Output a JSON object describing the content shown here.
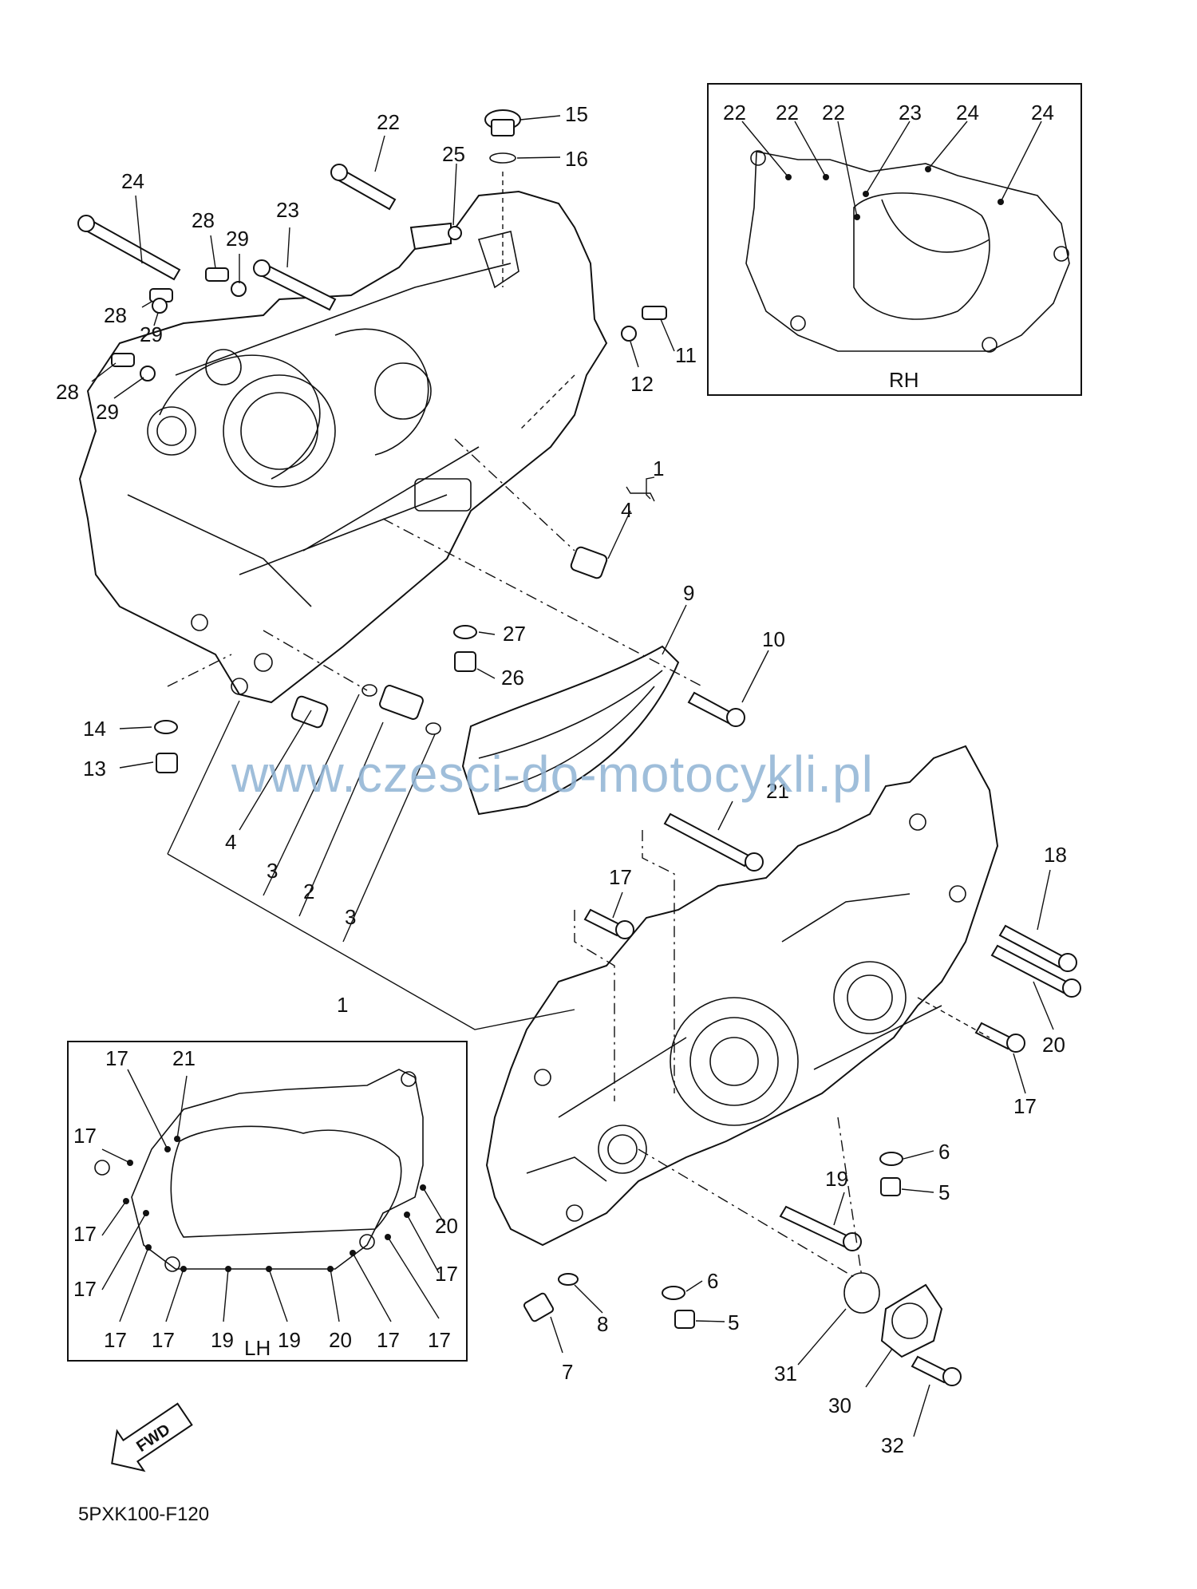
{
  "callouts": {
    "c1": "1",
    "c1b": "1",
    "c2": "2",
    "c3a": "3",
    "c3b": "3",
    "c4a": "4",
    "c4b": "4",
    "c5a": "5",
    "c5b": "5",
    "c6a": "6",
    "c6b": "6",
    "c7": "7",
    "c8": "8",
    "c9": "9",
    "c10": "10",
    "c11": "11",
    "c12": "12",
    "c13": "13",
    "c14": "14",
    "c15": "15",
    "c16": "16",
    "c17a": "17",
    "c17b": "17",
    "c18": "18",
    "c19": "19",
    "c20": "20",
    "c21": "21",
    "c22": "22",
    "c23": "23",
    "c24": "24",
    "c25": "25",
    "c26": "26",
    "c27": "27",
    "c28a": "28",
    "c28b": "28",
    "c28c": "28",
    "c29a": "29",
    "c29b": "29",
    "c29c": "29",
    "c30": "30",
    "c31": "31",
    "c32": "32"
  },
  "inset_rh": {
    "title": "RH",
    "labels": [
      "22",
      "22",
      "22",
      "23",
      "24",
      "24"
    ]
  },
  "inset_lh": {
    "title": "LH",
    "labels": [
      "17",
      "21",
      "17",
      "17",
      "17",
      "20",
      "17",
      "17",
      "17",
      "19",
      "19",
      "20",
      "17",
      "17"
    ]
  },
  "fwd_label": "FWD",
  "watermark": "www.czesci-do-motocykli.pl",
  "diagram_code": "5PXK100-F120"
}
